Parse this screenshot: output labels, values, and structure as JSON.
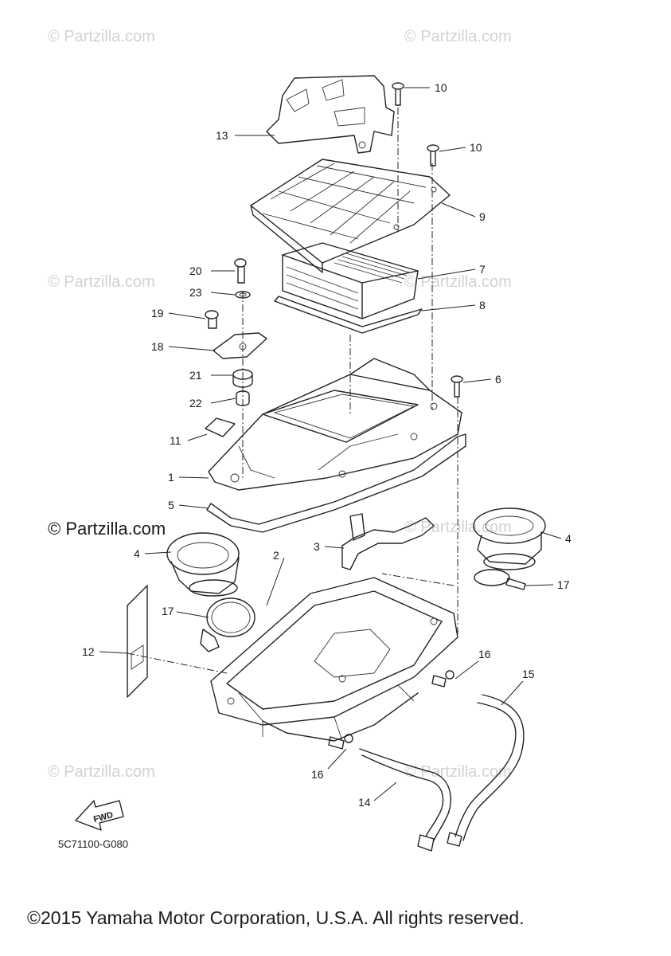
{
  "watermarks": [
    "© Partzilla.com",
    "© Partzilla.com",
    "© Partzilla.com",
    "© Partzilla.com",
    "© Partzilla.com",
    "© Partzilla.com",
    "© Partzilla.com"
  ],
  "watermark_prominent": "© Partzilla.com",
  "callouts": {
    "c1": "1",
    "c2": "2",
    "c3": "3",
    "c4a": "4",
    "c4b": "4",
    "c5": "5",
    "c6": "6",
    "c7": "7",
    "c8": "8",
    "c9": "9",
    "c10a": "10",
    "c10b": "10",
    "c11": "11",
    "c12": "12",
    "c13": "13",
    "c14": "14",
    "c15": "15",
    "c16a": "16",
    "c16b": "16",
    "c17a": "17",
    "c17b": "17",
    "c18": "18",
    "c19": "19",
    "c20": "20",
    "c21": "21",
    "c22": "22",
    "c23": "23"
  },
  "fwd_label": "FWD",
  "diagram_code": "5C71100-G080",
  "copyright": "©2015 Yamaha Motor Corporation, U.S.A. All rights reserved."
}
